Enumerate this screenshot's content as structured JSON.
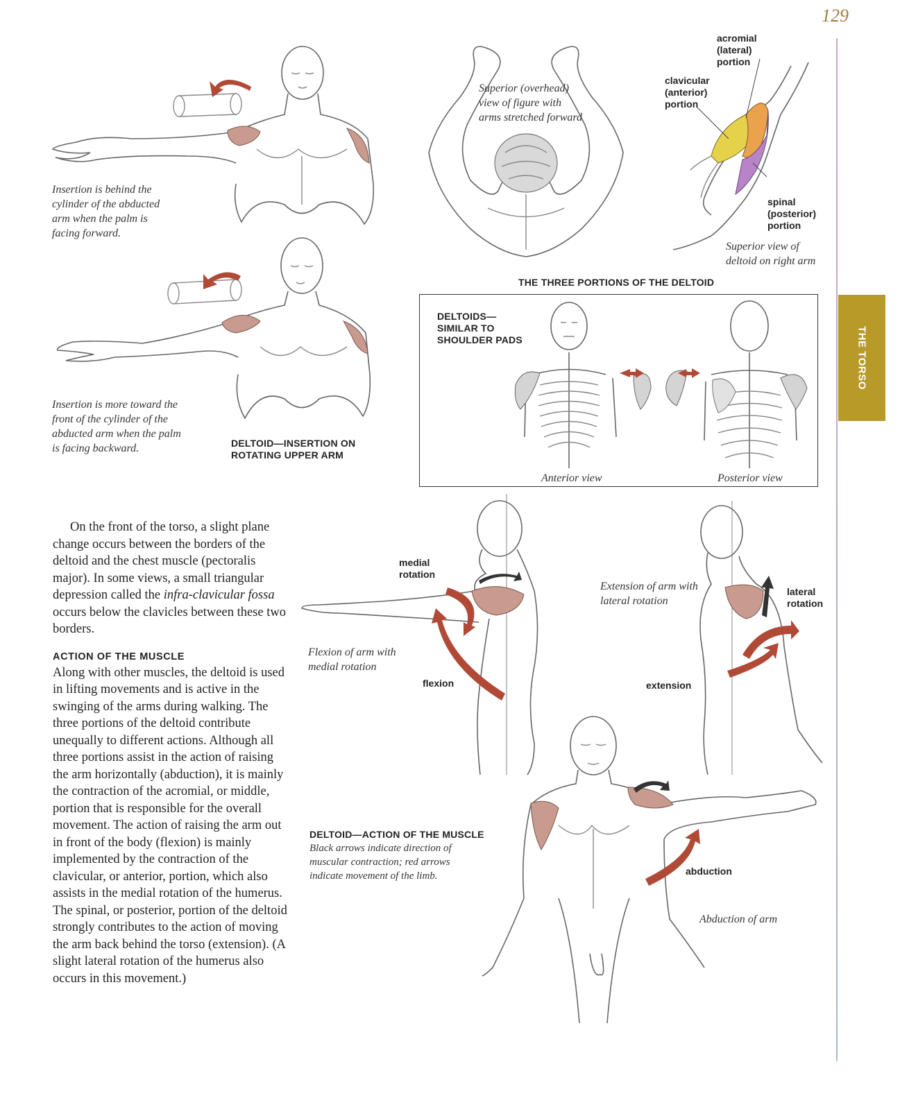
{
  "page": {
    "number": "129",
    "section_tab": "THE TORSO",
    "accent_color": "#b79a28"
  },
  "figures": {
    "arm_forward_caption": "Insertion is behind the cylinder of the abducted arm when the palm is facing forward.",
    "arm_backward_caption": "Insertion is more toward the front of the cylinder of the abducted arm when the palm is facing backward.",
    "rotating_title_line1": "DELTOID—INSERTION ON",
    "rotating_title_line2": "ROTATING UPPER ARM",
    "overhead_caption_line1": "Superior (overhead)",
    "overhead_caption_line2": "view of figure with",
    "overhead_caption_line3": "arms stretched forward",
    "acromial_line1": "acromial",
    "acromial_line2": "(lateral)",
    "acromial_line3": "portion",
    "clavicular_line1": "clavicular",
    "clavicular_line2": "(anterior)",
    "clavicular_line3": "portion",
    "spinal_line1": "spinal",
    "spinal_line2": "(posterior)",
    "spinal_line3": "portion",
    "superior_view_line1": "Superior view of",
    "superior_view_line2": "deltoid on right arm",
    "three_portions_title": "THE THREE PORTIONS OF THE DELTOID",
    "box_title_line1": "DELTOIDS—",
    "box_title_line2": "SIMILAR TO",
    "box_title_line3": "SHOULDER PADS",
    "anterior_view": "Anterior view",
    "posterior_view": "Posterior view",
    "medial_rotation_line1": "medial",
    "medial_rotation_line2": "rotation",
    "flexion_caption_line1": "Flexion of arm with",
    "flexion_caption_line2": "medial rotation",
    "flexion": "flexion",
    "extension_caption_line1": "Extension of arm with",
    "extension_caption_line2": "lateral rotation",
    "lateral_rotation_line1": "lateral",
    "lateral_rotation_line2": "rotation",
    "extension": "extension",
    "action_title": "DELTOID—ACTION OF THE MUSCLE",
    "action_caption_line1": "Black arrows indicate direction of",
    "action_caption_line2": "muscular contraction; red arrows",
    "action_caption_line3": "indicate movement of the limb.",
    "abduction": "abduction",
    "abduction_caption": "Abduction of arm"
  },
  "body_text": {
    "para1_part1": "On the front of the torso, a slight plane change occurs between the borders of the deltoid and the chest muscle (pectoralis major). In some views, a small triangular depression called the ",
    "para1_italic": "infra-clavicular fossa",
    "para1_part2": " occurs below the clavicles between these two borders.",
    "section_heading": "ACTION OF THE MUSCLE",
    "para2": "Along with other muscles, the deltoid is used in lifting movements and is active in the swinging of the arms during walking. The three portions of the deltoid contribute unequally to different actions. Although all three portions assist in the action of raising the arm horizontally (abduction), it is mainly the contraction of the acromial, or middle, portion that is responsible for the overall movement. The action of raising the arm out in front of the body (flexion) is mainly implemented by the contraction of the clavicular, or anterior, portion, which also assists in the medial rotation of the humerus. The spinal, or posterior, portion of the deltoid strongly contributes to the action of moving the arm back behind the torso (extension). (A slight lateral rotation of the humerus also occurs in this movement.)"
  },
  "colors": {
    "movement_arrow": "#b04a36",
    "clavicular": "#e6d24a",
    "acromial": "#eba24c",
    "spinal": "#b983c8",
    "deltoid_muscle": "#c99a8e"
  }
}
